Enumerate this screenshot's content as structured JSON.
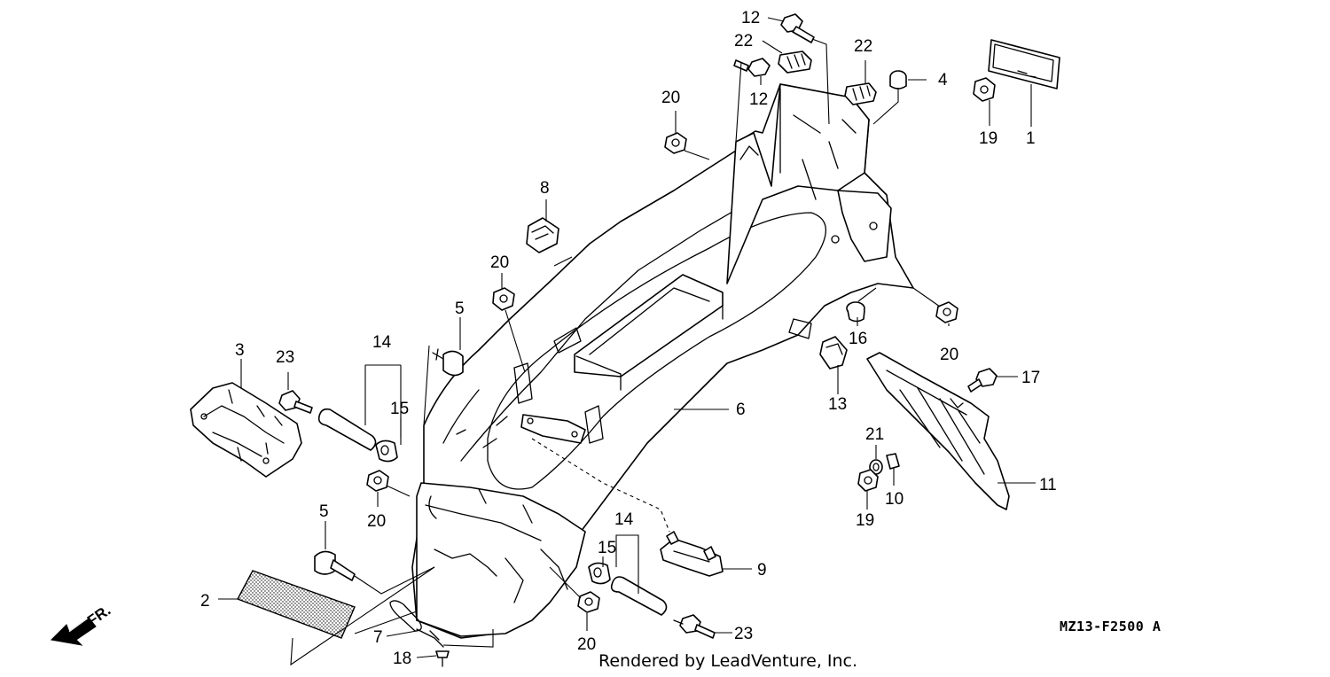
{
  "diagram": {
    "code": "MZ13-F2500 A",
    "credit": "Rendered by LeadVenture, Inc.",
    "direction_label": "FR.",
    "callouts": [
      {
        "id": "c1",
        "label": "1"
      },
      {
        "id": "c2",
        "label": "2"
      },
      {
        "id": "c3",
        "label": "3"
      },
      {
        "id": "c4",
        "label": "4"
      },
      {
        "id": "c5a",
        "label": "5"
      },
      {
        "id": "c5b",
        "label": "5"
      },
      {
        "id": "c6",
        "label": "6"
      },
      {
        "id": "c7",
        "label": "7"
      },
      {
        "id": "c8",
        "label": "8"
      },
      {
        "id": "c9",
        "label": "9"
      },
      {
        "id": "c10",
        "label": "10"
      },
      {
        "id": "c11",
        "label": "11"
      },
      {
        "id": "c12a",
        "label": "12"
      },
      {
        "id": "c12b",
        "label": "12"
      },
      {
        "id": "c13",
        "label": "13"
      },
      {
        "id": "c14a",
        "label": "14"
      },
      {
        "id": "c14b",
        "label": "14"
      },
      {
        "id": "c15a",
        "label": "15"
      },
      {
        "id": "c15b",
        "label": "15"
      },
      {
        "id": "c16",
        "label": "16"
      },
      {
        "id": "c17",
        "label": "17"
      },
      {
        "id": "c18",
        "label": "18"
      },
      {
        "id": "c19a",
        "label": "19"
      },
      {
        "id": "c19b",
        "label": "19"
      },
      {
        "id": "c20a",
        "label": "20"
      },
      {
        "id": "c20b",
        "label": "20"
      },
      {
        "id": "c20c",
        "label": "20"
      },
      {
        "id": "c20d",
        "label": "20"
      },
      {
        "id": "c20e",
        "label": "20"
      },
      {
        "id": "c21",
        "label": "21"
      },
      {
        "id": "c22a",
        "label": "22"
      },
      {
        "id": "c22b",
        "label": "22"
      },
      {
        "id": "c23a",
        "label": "23"
      },
      {
        "id": "c23b",
        "label": "23"
      }
    ]
  }
}
